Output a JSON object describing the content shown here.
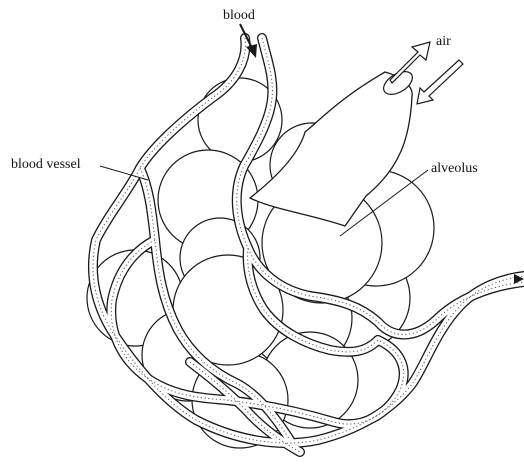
{
  "labels": {
    "blood": "blood",
    "air": "air",
    "blood_vessel": "blood vessel",
    "alveolus": "alveolus"
  }
}
